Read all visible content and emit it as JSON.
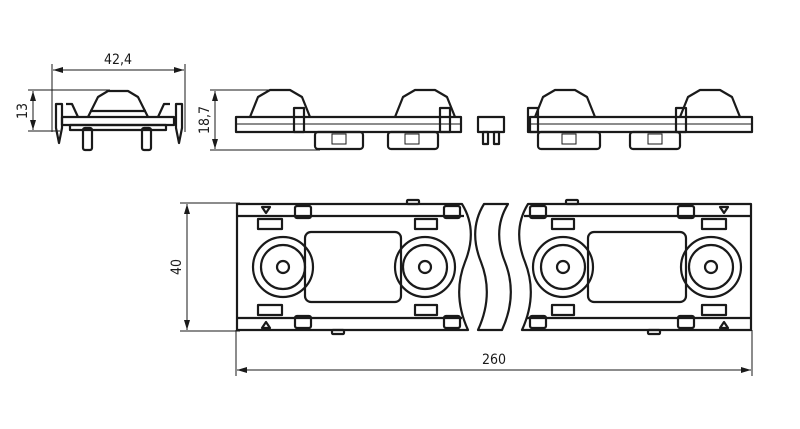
{
  "drawing": {
    "dimensions": {
      "width_single": "42,4",
      "height_single": "13",
      "height_strip": "18,7",
      "width_strip": "40",
      "length_strip": "260"
    },
    "colors": {
      "line": "#1a1a1a",
      "background": "#ffffff"
    }
  }
}
